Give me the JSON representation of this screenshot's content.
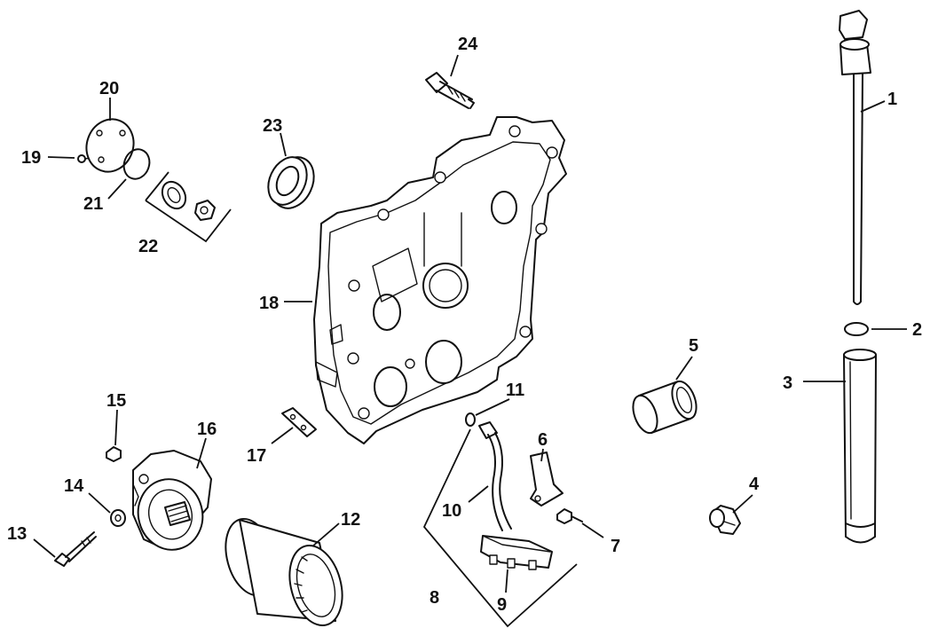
{
  "callouts": [
    "1",
    "2",
    "3",
    "4",
    "5",
    "6",
    "7",
    "8",
    "9",
    "10",
    "11",
    "12",
    "13",
    "14",
    "15",
    "16",
    "17",
    "18",
    "19",
    "20",
    "21",
    "22",
    "23",
    "24"
  ],
  "colors": {
    "line": "#111111",
    "background": "#ffffff"
  }
}
